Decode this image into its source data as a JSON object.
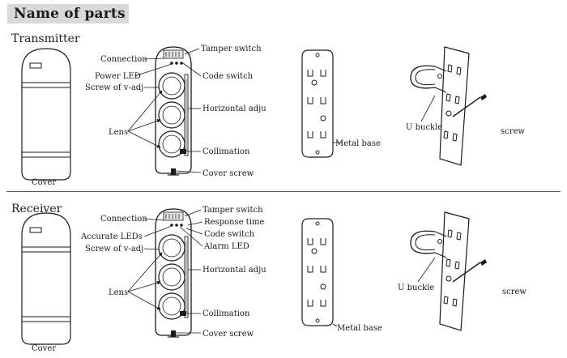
{
  "page": {
    "title": "Name of parts"
  },
  "transmitter": {
    "section_label": "Transmitter",
    "cover_label": "Cover",
    "labels": {
      "connection": "Connection",
      "power_led": "Power LED",
      "screw_v_adj": "Screw of v-adj",
      "lens": "Lens",
      "tamper_switch": "Tamper switch",
      "code_switch": "Code switch",
      "horizontal_adju": "Horizontal adju",
      "collimation": "Collimation",
      "cover_screw": "Cover screw"
    },
    "metal_base_label": "Metal base",
    "u_buckle_label": "U buckle",
    "screw_label": "screw"
  },
  "receiver": {
    "section_label": "Receiver",
    "cover_label": "Cover",
    "labels": {
      "connection": "Connection",
      "accurate_leds": "Accurate LEDs",
      "screw_v_adj": "Screw of v-adj",
      "lens": "Lens",
      "tamper_switch": "Tamper switch",
      "response_time": "Response time",
      "code_switch": "Code switch",
      "alarm_led": "Alarm LED",
      "horizontal_adju": "Horizontal adju",
      "collimation": "Collimation",
      "cover_screw": "Cover screw"
    },
    "metal_base_label": "Metal base",
    "u_buckle_label": "U buckle",
    "screw_label": "screw"
  }
}
